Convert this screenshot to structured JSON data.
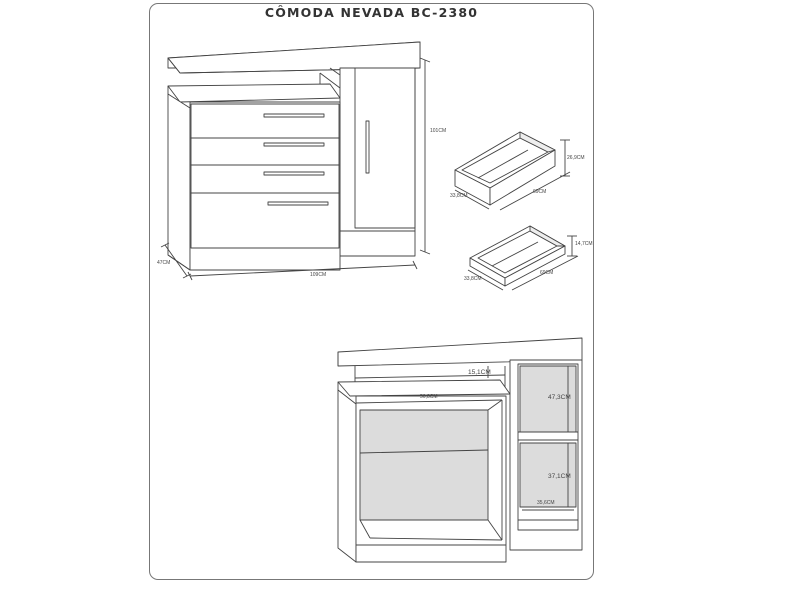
{
  "title": "CÔMODA NEVADA BC-2380",
  "dimensions": {
    "height": "101CM",
    "depth": "47CM",
    "width": "109CM"
  },
  "drawer_upper": {
    "height": "26,9CM",
    "width": "69CM",
    "depth": "33,8CM"
  },
  "drawer_lower": {
    "height": "14,7CM",
    "width": "69CM",
    "depth": "33,8CM"
  },
  "interior": {
    "top_niche": "15,1CM",
    "main_width": "56,8CM",
    "upper_shelf": "47,3CM",
    "lower_shelf": "37,1CM",
    "side_width": "35,6CM"
  },
  "colors": {
    "line": "#444444",
    "panel_fill": "#dcdcdc",
    "frame": "#777777"
  }
}
